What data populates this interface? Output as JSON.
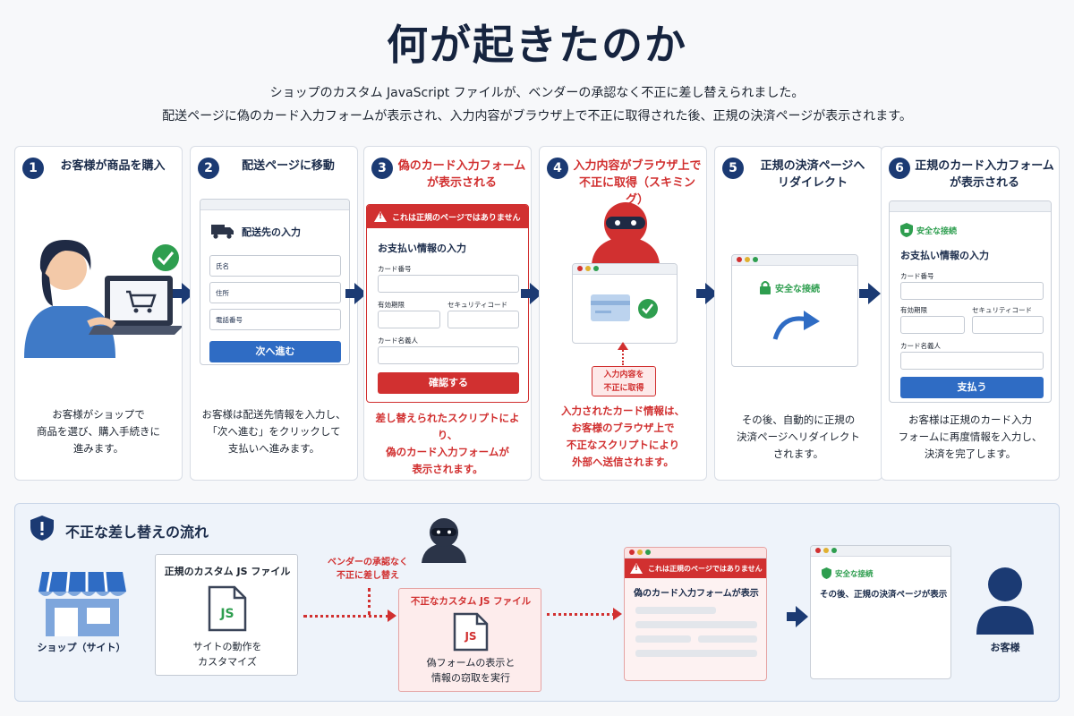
{
  "title": "何が起きたのか",
  "subtitle_line1": "ショップのカスタム JavaScript ファイルが、ベンダーの承認なく不正に差し替えられました。",
  "subtitle_line2": "配送ページに偽のカード入力フォームが表示され、入力内容がブラウザ上で不正に取得された後、正規の決済ページが表示されます。",
  "steps": [
    {
      "num": "1",
      "title": "お客様が商品を購入",
      "desc": "お客様がショップで\n商品を選び、購入手続きに\n進みます。"
    },
    {
      "num": "2",
      "title": "配送ページに移動",
      "desc": "お客様は配送先情報を入力し、\n「次へ進む」をクリックして\n支払いへ進みます。",
      "form": {
        "heading": "配送先の入力",
        "fields": [
          "氏名",
          "住所",
          "電話番号"
        ],
        "button": "次へ進む"
      }
    },
    {
      "num": "3",
      "title": "偽のカード入力フォーム\nが表示される",
      "desc": "差し替えられたスクリプトにより、\n偽のカード入力フォームが\n表示されます。",
      "form": {
        "warning": "これは正規のページではありません",
        "heading": "お支払い情報の入力",
        "card_number": "カード番号",
        "expiry": "有効期限",
        "security_code": "セキュリティコード",
        "card_name": "カード名義人",
        "button": "確認する"
      }
    },
    {
      "num": "4",
      "title": "入力内容がブラウザ上で\n不正に取得（スキミング）",
      "desc": "入力されたカード情報は、\nお客様のブラウザ上で\n不正なスクリプトにより\n外部へ送信されます。",
      "callout": "入力内容を\n不正に取得"
    },
    {
      "num": "5",
      "title": "正規の決済ページへ\nリダイレクト",
      "desc": "その後、自動的に正規の\n決済ページへリダイレクト\nされます。",
      "secure": "安全な接続"
    },
    {
      "num": "6",
      "title": "正規のカード入力フォーム\nが表示される",
      "desc": "お客様は正規のカード入力\nフォームに再度情報を入力し、\n決済を完了します。",
      "form": {
        "secure": "安全な接続",
        "heading": "お支払い情報の入力",
        "card_number": "カード番号",
        "expiry": "有効期限",
        "security_code": "セキュリティコード",
        "card_name": "カード名義人",
        "button": "支払う"
      }
    }
  ],
  "flow": {
    "title": "不正な差し替えの流れ",
    "shop_label": "ショップ（サイト）",
    "legit_file_title": "正規のカスタム JS ファイル",
    "legit_file_desc": "サイトの動作を\nカスタマイズ",
    "js_label": "JS",
    "swap_label": "ベンダーの承認なく\n不正に差し替え",
    "bad_file_title": "不正なカスタム JS ファイル",
    "bad_file_desc": "偽フォームの表示と\n情報の窃取を実行",
    "fake_page_warning": "これは正規のページではありません",
    "fake_page_text": "偽のカード入力フォームが表示",
    "real_page_secure": "安全な接続",
    "real_page_text": "その後、正規の決済ページが表示",
    "customer_label": "お客様"
  },
  "colors": {
    "navy": "#1b3a73",
    "red": "#d13030",
    "blue": "#2f6cc4",
    "green": "#2e9e4f"
  }
}
